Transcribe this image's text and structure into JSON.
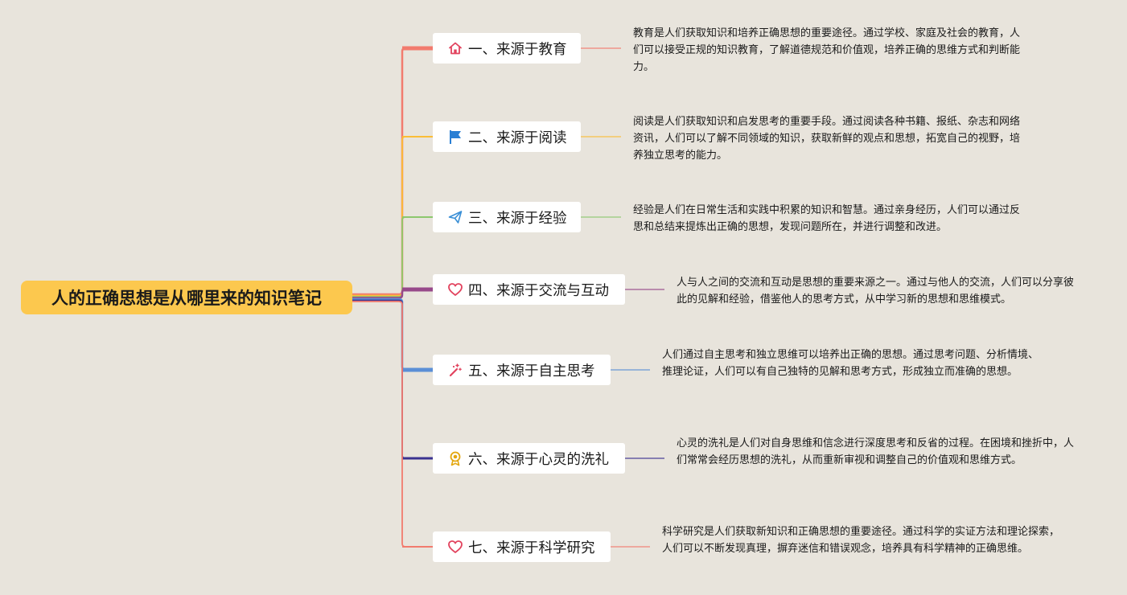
{
  "root": {
    "title": "人的正确思想是从哪里来的知识笔记"
  },
  "branches": [
    {
      "label": "一、来源于教育",
      "icon": "home-icon",
      "color": "#f27b6e",
      "desc": "教育是人们获取知识和培养正确思想的重要途径。通过学校、家庭及社会的教育，人们可以接受正规的知识教育，了解道德规范和价值观，培养正确的思维方式和判断能力。"
    },
    {
      "label": "二、来源于阅读",
      "icon": "flag-icon",
      "color": "#fbbd36",
      "desc": "阅读是人们获取知识和启发思考的重要手段。通过阅读各种书籍、报纸、杂志和网络资讯，人们可以了解不同领域的知识，获取新鲜的观点和思想，拓宽自己的视野，培养独立思考的能力。"
    },
    {
      "label": "三、来源于经验",
      "icon": "paper-plane-icon",
      "color": "#8cc76d",
      "desc": "经验是人们在日常生活和实践中积累的知识和智慧。通过亲身经历，人们可以通过反思和总结来提炼出正确的思想，发现问题所在，并进行调整和改进。"
    },
    {
      "label": "四、来源于交流与互动",
      "icon": "heart-icon",
      "color": "#97498a",
      "desc": "人与人之间的交流和互动是思想的重要来源之一。通过与他人的交流，人们可以分享彼此的见解和经验，借鉴他人的思考方式，从中学习新的思想和思维模式。"
    },
    {
      "label": "五、来源于自主思考",
      "icon": "magic-wand-icon",
      "color": "#5b8fd6",
      "desc": "人们通过自主思考和独立思维可以培养出正确的思想。通过思考问题、分析情境、推理论证，人们可以有自己独特的见解和思考方式，形成独立而准确的思想。"
    },
    {
      "label": "六、来源于心灵的洗礼",
      "icon": "award-icon",
      "color": "#3a3290",
      "desc": "心灵的洗礼是人们对自身思维和信念进行深度思考和反省的过程。在困境和挫折中，人们常常会经历思想的洗礼，从而重新审视和调整自己的价值观和思维方式。"
    },
    {
      "label": "七、来源于科学研究",
      "icon": "heart-icon",
      "color": "#f27b6e",
      "desc": "科学研究是人们获取新知识和正确思想的重要途径。通过科学的实证方法和理论探索，人们可以不断发现真理，摒弃迷信和错误观念，培养具有科学精神的正确思维。"
    }
  ]
}
